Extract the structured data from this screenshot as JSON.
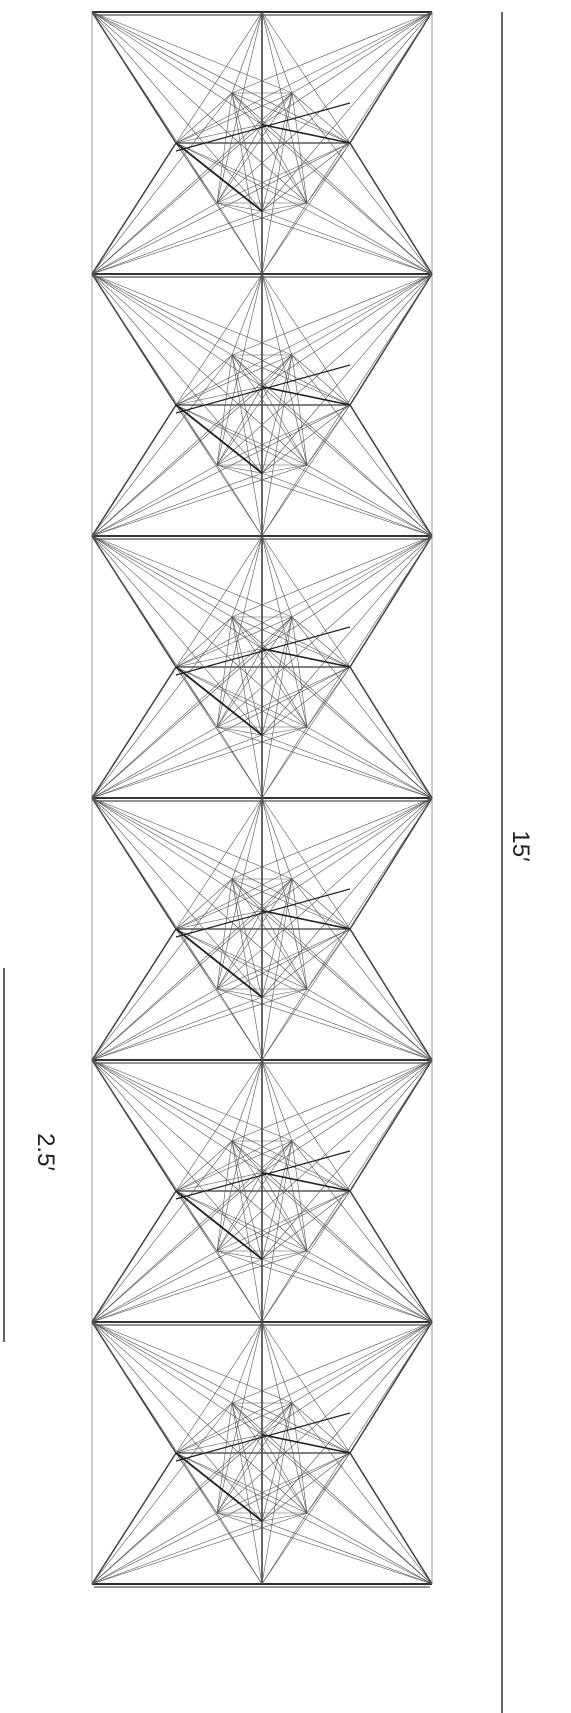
{
  "dimensions": {
    "overall_length_label": "15′",
    "unit_length_label": "2.5′"
  },
  "structure": {
    "module_count": 6,
    "colors": {
      "stroke": "#555555",
      "stroke_dark": "#222222",
      "background": "#ffffff"
    }
  }
}
